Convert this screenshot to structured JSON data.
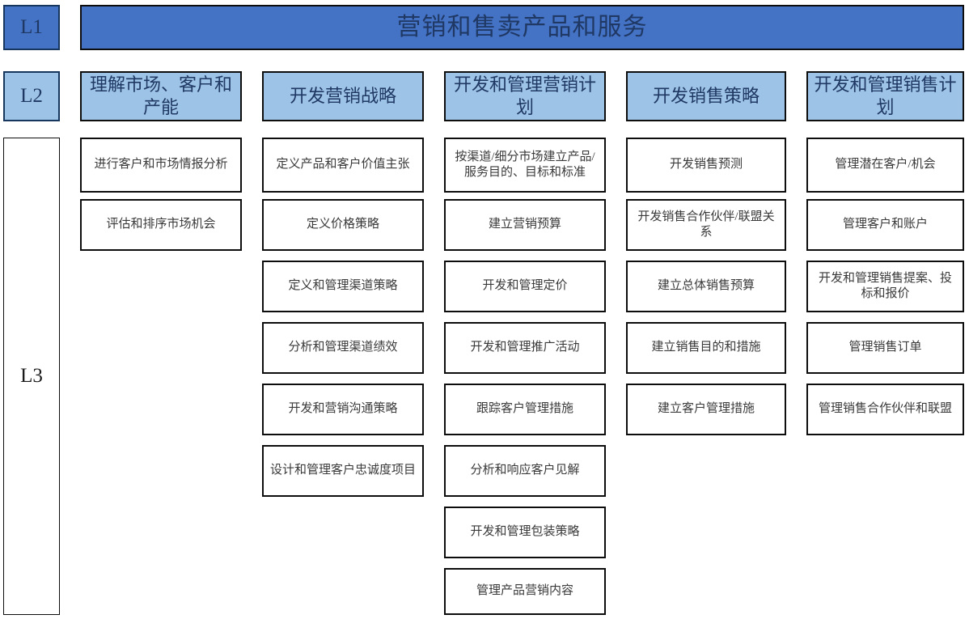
{
  "levels": {
    "l1_label": "L1",
    "l2_label": "L2",
    "l3_label": "L3"
  },
  "colors": {
    "l1_fill": "#4472C4",
    "l2_fill": "#9DC3E6",
    "l3_fill": "#FFFFFF",
    "border": "#0D0D0D",
    "text_blue": "#1F3864"
  },
  "l1": {
    "title": "营销和售卖产品和服务"
  },
  "columns": [
    {
      "header": "理解市场、客户和产能",
      "items": [
        "进行客户和市场情报分析",
        "评估和排序市场机会"
      ]
    },
    {
      "header": "开发营销战略",
      "items": [
        "定义产品和客户价值主张",
        "定义价格策略",
        "定义和管理渠道策略",
        "分析和管理渠道绩效",
        "开发和营销沟通策略",
        "设计和管理客户忠诚度项目"
      ]
    },
    {
      "header": "开发和管理营销计划",
      "items": [
        "按渠道/细分市场建立产品/服务目的、目标和标准",
        "建立营销预算",
        "开发和管理定价",
        "开发和管理推广活动",
        "跟踪客户管理措施",
        "分析和响应客户见解",
        "开发和管理包装策略",
        "管理产品营销内容"
      ]
    },
    {
      "header": "开发销售策略",
      "items": [
        "开发销售预测",
        "开发销售合作伙伴/联盟关系",
        "建立总体销售预算",
        "建立销售目的和措施",
        "建立客户管理措施"
      ]
    },
    {
      "header": "开发和管理销售计划",
      "items": [
        "管理潜在客户/机会",
        "管理客户和账户",
        "开发和管理销售提案、投标和报价",
        "管理销售订单",
        "管理销售合作伙伴和联盟"
      ]
    }
  ]
}
